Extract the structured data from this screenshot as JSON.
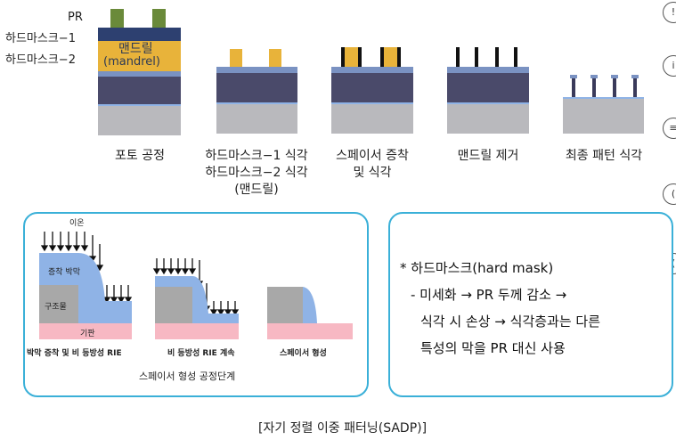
{
  "top": {
    "side_labels": {
      "pr": "PR",
      "hardmask1": "하드마스크−1",
      "hardmask2": "하드마스크−2"
    },
    "mandrel_label_ko": "맨드릴",
    "mandrel_label_en": "(mandrel)",
    "steps": [
      {
        "line1": "포토 공정",
        "line2": "",
        "line3": ""
      },
      {
        "line1": "하드마스크−1 식각",
        "line2": "하드마스크−2 식각",
        "line3": "(맨드릴)"
      },
      {
        "line1": "스페이서 증착",
        "line2": "및 식각",
        "line3": ""
      },
      {
        "line1": "맨드릴 제거",
        "line2": "",
        "line3": ""
      },
      {
        "line1": "최종 패턴 식각",
        "line2": "",
        "line3": ""
      }
    ]
  },
  "spacer_panel": {
    "ion_label": "이온",
    "film_label": "증착 박막",
    "structure_label": "구조물",
    "substrate_label": "기판",
    "stage_labels": [
      "박막 증착 및 비 등방성 RIE",
      "비 등방성 RIE 계속",
      "스페이서 형성"
    ],
    "title": "스페이서 형성 공정단계"
  },
  "note_panel": {
    "line1": "* 하드마스크(hard mask)",
    "line2": "- 미세화 → PR 두께 감소 →",
    "line3": "식각 시 손상 → 식각층과는 다른",
    "line4": "특성의 막을 PR 대신 사용"
  },
  "caption": "[자기 정렬 이중 패터닝(SADP)]",
  "colors": {
    "pr": "#6a8a3a",
    "hardmask1": "#2d4070",
    "mandrel": "#e8b33a",
    "hardmask2": "#7a92c2",
    "etch_layer": "#4a4a6a",
    "substrate": "#b9b9bd",
    "spacer_black": "#111111",
    "panel_border": "#3ab0d8",
    "film_blue": "#8fb3e6",
    "structure_gray": "#a8a8a8",
    "substrate_pink": "#f7b8c3"
  }
}
